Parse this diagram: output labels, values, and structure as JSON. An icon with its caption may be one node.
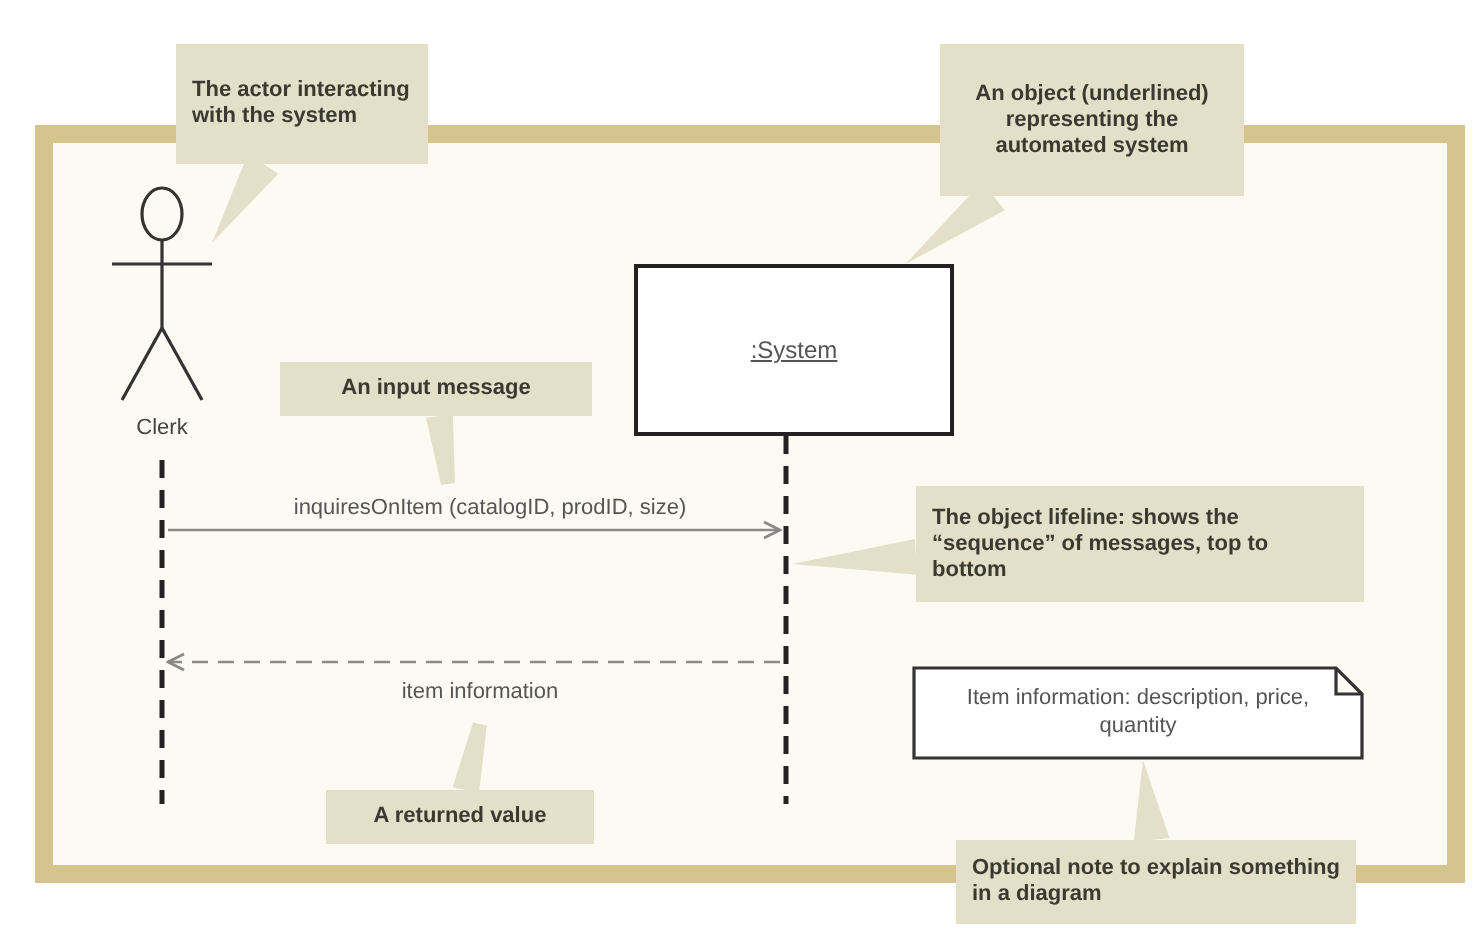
{
  "diagram": {
    "nodes": [
      {
        "text": [
          "The actor interacting with the system"
        ]
      },
      {
        "text": [
          "An object (underlined) representing the automated system"
        ]
      },
      {
        "text": [
          "Clerk"
        ]
      },
      {
        "text": [
          ":System"
        ]
      },
      {
        "text": [
          "An input message"
        ]
      },
      {
        "text": [],
        "shape": "line"
      },
      {
        "text": [],
        "shape": "line"
      },
      {
        "text": [
          "The object lifeline: shows the “sequence” of messages, top to bottom"
        ]
      },
      {
        "text": [
          "Item information: description, price, quantity"
        ]
      },
      {
        "text": [
          "A returned value"
        ]
      },
      {
        "text": [
          "Optional note to explain something in a diagram"
        ]
      }
    ],
    "edges": [
      {
        "from": 5,
        "to": 6,
        "arrow": "to",
        "label": "inquiresOnItem (catalogID, prodID, size)"
      },
      {
        "from": 6,
        "to": 5,
        "arrow": "to",
        "label": "item information",
        "style": "dashed"
      },
      {
        "from": 0,
        "to": 2,
        "arrow": "none"
      },
      {
        "from": 1,
        "to": 3,
        "arrow": "none"
      },
      {
        "from": 4,
        "to": null,
        "arrow": "none"
      },
      {
        "from": 7,
        "to": 6,
        "arrow": "none"
      },
      {
        "from": 9,
        "to": null,
        "arrow": "none"
      },
      {
        "from": 10,
        "to": 8,
        "arrow": "none"
      }
    ]
  }
}
